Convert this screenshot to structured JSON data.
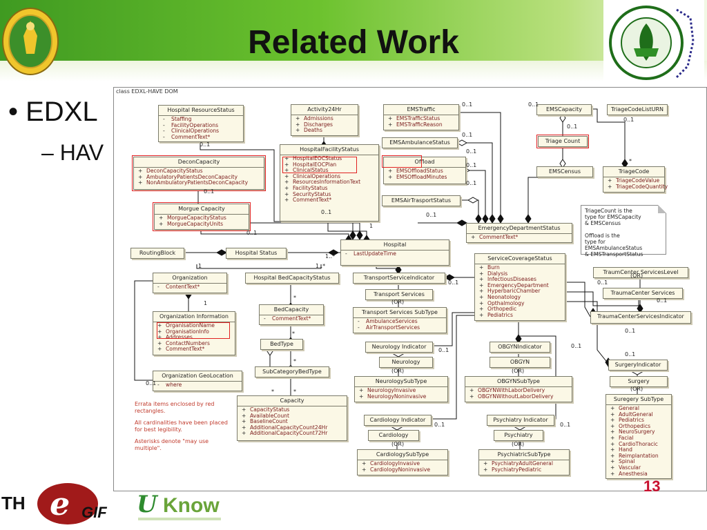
{
  "slide": {
    "title": "Related Work",
    "bullet": "EDXL",
    "subbullet": "– HAV",
    "page_number": "13"
  },
  "diagram": {
    "title": "class EDXL-HAVE DOM",
    "classes": {
      "hrs": {
        "name": "Hospital ResourceStatus",
        "attrs": [
          "Staffing",
          "FacilityOperations",
          "ClinicalOperations",
          "CommentText*"
        ],
        "prefix": "-"
      },
      "act": {
        "name": "Activity24Hr",
        "attrs": [
          "Admissions",
          "Discharges",
          "Deaths"
        ],
        "prefix": "+"
      },
      "emst": {
        "name": "EMSTraffic",
        "attrs": [
          "EMSTrafficStatus",
          "EMSTrafficReason"
        ],
        "prefix": "+"
      },
      "emscap": {
        "name": "EMSCapacity"
      },
      "tcl": {
        "name": "TriageCodeListURN"
      },
      "decon": {
        "name": "DeconCapacity",
        "attrs": [
          "DeconCapacityStatus",
          "AmbulatoryPatientsDeconCapacity",
          "NonAmbulatoryPatientsDeconCapacity"
        ],
        "prefix": "+"
      },
      "hfs": {
        "name": "HospitalFacilityStatus",
        "attrs": [
          "HospitalEOCStatus",
          "HospitalEOCPlan",
          "ClinicalStatus",
          "ClinicalOperations",
          "ResourcesInformationText",
          "FacilityStatus",
          "SecurityStatus",
          "CommentText*"
        ],
        "prefix": "+"
      },
      "emsamb": {
        "name": "EMSAmbulanceStatus"
      },
      "tcount": {
        "name": "Triage Count"
      },
      "offload": {
        "name": "Offload",
        "attrs": [
          "EMSOffloadStatus",
          "EMSOffloadMinutes"
        ],
        "prefix": "+"
      },
      "emscen": {
        "name": "EMSCensus"
      },
      "tcode": {
        "name": "TriageCode",
        "attrs": [
          "TriageCodeValue",
          "TriageCodeQuantity"
        ],
        "prefix": "+"
      },
      "morgue": {
        "name": "Morgue Capacity",
        "attrs": [
          "MorgueCapacityStatus",
          "MorgueCapacityUnits"
        ],
        "prefix": "+"
      },
      "emsair": {
        "name": "EMSAirTrasportStatus"
      },
      "eds": {
        "name": "EmergencyDepartmentStatus",
        "attrs": [
          "CommentText*"
        ],
        "prefix": "+"
      },
      "routing": {
        "name": "RoutingBlock"
      },
      "hstatus": {
        "name": "Hospital Status"
      },
      "hospital": {
        "name": "Hospital",
        "attrs": [
          "LastUpdateTime"
        ],
        "prefix": "-"
      },
      "scs": {
        "name": "ServiceCoverageStatus",
        "attrs": [
          "Burn",
          "Dialysis",
          "InfectiousDiseases",
          "EmergencyDepartment",
          "HyperbaricChamber",
          "Neonatology",
          "Opthalmology",
          "Orthopedic",
          "Pediatrics"
        ],
        "prefix": "+"
      },
      "org": {
        "name": "Organization",
        "attrs": [
          "ContentText*"
        ],
        "prefix": "-"
      },
      "hbcs": {
        "name": "Hospital BedCapacityStatus"
      },
      "tsi": {
        "name": "TransportServiceIndicator"
      },
      "tcsl": {
        "name": "TraumCenter ServicesLevel"
      },
      "ts": {
        "name": "Transport Services"
      },
      "tcs": {
        "name": "TraumaCenter Services"
      },
      "orginfo": {
        "name": "Organization Information",
        "attrs": [
          "OrganisationName",
          "OrganisationInfo",
          "Addresses",
          "ContactNumbers",
          "CommentText*"
        ],
        "prefix": "+"
      },
      "bedcap": {
        "name": "BedCapacity",
        "attrs": [
          "CommentText*"
        ],
        "prefix": "-"
      },
      "tssub": {
        "name": "Transport Services SubType",
        "attrs": [
          "AmbulanceServices",
          "AirTransportServices"
        ],
        "prefix": "-"
      },
      "tci": {
        "name": "TraumaCenterServicesIndicator"
      },
      "bedtype": {
        "name": "BedType"
      },
      "ni": {
        "name": "Neurology Indicator"
      },
      "obi": {
        "name": "OBGYNIndicator"
      },
      "neuro": {
        "name": "Neurology"
      },
      "obgyn": {
        "name": "OBGYN"
      },
      "si": {
        "name": "SurgeryIndicator"
      },
      "orggeo": {
        "name": "Organization GeoLocation",
        "attrs": [
          "where"
        ],
        "prefix": "-"
      },
      "subcat": {
        "name": "SubCategoryBedType"
      },
      "surgery": {
        "name": "Surgery"
      },
      "nsub": {
        "name": "NeurologySubType",
        "attrs": [
          "NeurologyInvasive",
          "NeurologyNoninvasive"
        ],
        "prefix": "+"
      },
      "obsub": {
        "name": "OBGYNSubType",
        "attrs": [
          "OBGYNWithLaborDelivery",
          "OBGYNWithoutLaborDelivery"
        ],
        "prefix": "+"
      },
      "capacity": {
        "name": "Capacity",
        "attrs": [
          "CapacityStatus",
          "AvailableCount",
          "BaselineCount",
          "AdditionalCapacityCount24Hr",
          "AdditionalCapacityCount72Hr"
        ],
        "prefix": "+"
      },
      "ssub": {
        "name": "Suregery SubType",
        "attrs": [
          "General",
          "AdultGeneral",
          "Pediatrics",
          "Orthopedics",
          "NeuroSurgery",
          "Facial",
          "CardioThoracic",
          "Hand",
          "Reimplantation",
          "Spinal",
          "Vascular",
          "Anesthesia"
        ],
        "prefix": "+"
      },
      "ci": {
        "name": "Cardiology Indicator"
      },
      "pi": {
        "name": "Psychiatry Indicator"
      },
      "cardio": {
        "name": "Cardiology"
      },
      "psych": {
        "name": "Psychiatry"
      },
      "csub": {
        "name": "CardiologySubType",
        "attrs": [
          "CardiologyInvasive",
          "CardiologyNoninvasive"
        ],
        "prefix": "+"
      },
      "psub": {
        "name": "PsychiatricSubType",
        "attrs": [
          "PsychiatryAdultGeneral",
          "PsychiatryPediatric"
        ],
        "prefix": "+"
      }
    },
    "labels": {
      "m01": "0..1",
      "one": "1",
      "star": "*",
      "onestar": "1..*",
      "or": "(OR)"
    },
    "note": [
      "TriageCount is the",
      "type for EMSCapacity",
      "& EMSCensus",
      "",
      "Offload is the",
      "type for",
      "EMSAmbulanceStatus",
      "& EMSTransportStatus"
    ],
    "errata": [
      "Errata items enclosed by red rectangles.",
      "All cardinalities have been placed for best legibility.",
      "Asterisks denote \"may use multiple\"."
    ]
  },
  "footer": {
    "logo1_text": [
      "TH",
      "e",
      "GIF"
    ],
    "logo2_text": [
      "U",
      "Know"
    ]
  },
  "colors": {
    "accent_green": "#4aa526",
    "page_number": "#c8102e",
    "errata": "#c0392b",
    "highlight": "#e02020"
  }
}
